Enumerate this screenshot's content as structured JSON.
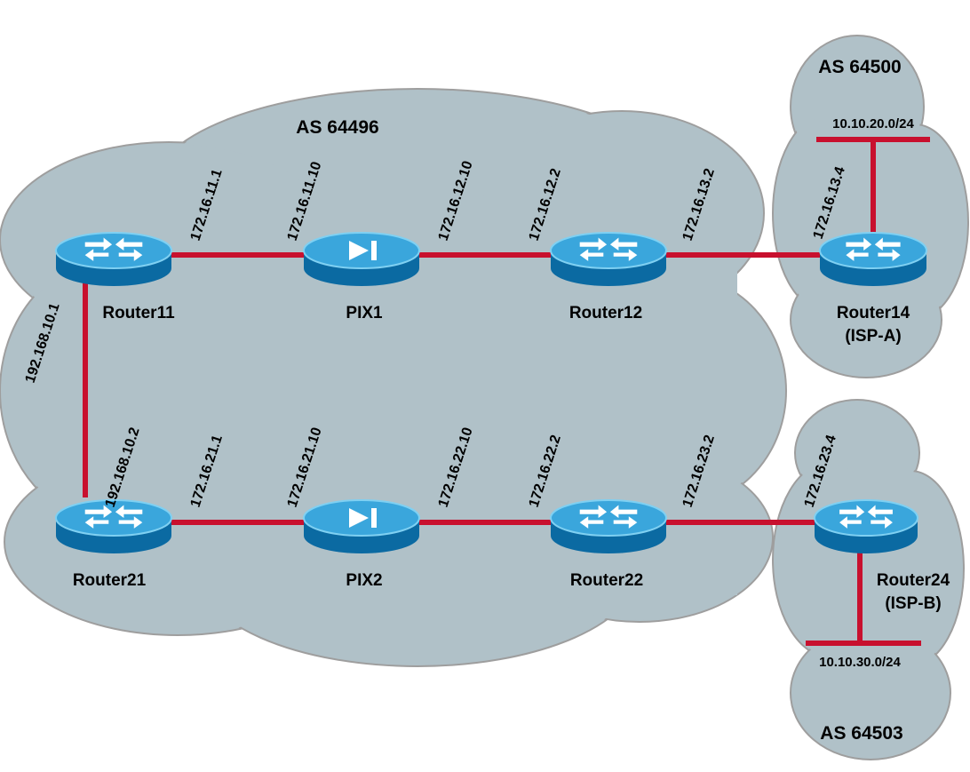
{
  "colors": {
    "background": "#ffffff",
    "cloud": "#b0c1c8",
    "link": "#c8102e",
    "device_side": "#0b6aa2",
    "device_top": "#3aa6dc",
    "device_rim": "#7fd0f2",
    "icon_white": "#ffffff"
  },
  "clouds": {
    "main": {
      "label": "AS 64496"
    },
    "isp_a": {
      "label": "AS 64500"
    },
    "isp_b": {
      "label": "AS 64503"
    }
  },
  "devices": {
    "router11": {
      "label": "Router11",
      "icon": "router-icon"
    },
    "pix1": {
      "label": "PIX1",
      "icon": "firewall-icon"
    },
    "router12": {
      "label": "Router12",
      "icon": "router-icon"
    },
    "router14": {
      "label": "Router14",
      "sublabel": "(ISP-A)",
      "icon": "router-icon"
    },
    "router21": {
      "label": "Router21",
      "icon": "router-icon"
    },
    "pix2": {
      "label": "PIX2",
      "icon": "firewall-icon"
    },
    "router22": {
      "label": "Router22",
      "icon": "router-icon"
    },
    "router24": {
      "label": "Router24",
      "sublabel": "(ISP-B)",
      "icon": "router-icon"
    }
  },
  "ips": {
    "r11_pix1": "172.16.11.1",
    "pix1_r11": "172.16.11.10",
    "pix1_r12": "172.16.12.10",
    "r12_pix1": "172.16.12.2",
    "r12_r14": "172.16.13.2",
    "r14_r12": "172.16.13.4",
    "r11_r21": "192.168.10.1",
    "r21_r11": "192.168.10.2",
    "r21_pix2": "172.16.21.1",
    "pix2_r21": "172.16.21.10",
    "pix2_r22": "172.16.22.10",
    "r22_pix2": "172.16.22.2",
    "r22_r24": "172.16.23.2",
    "r24_r22": "172.16.23.4"
  },
  "networks": {
    "isp_a_lan": "10.10.20.0/24",
    "isp_b_lan": "10.10.30.0/24"
  }
}
